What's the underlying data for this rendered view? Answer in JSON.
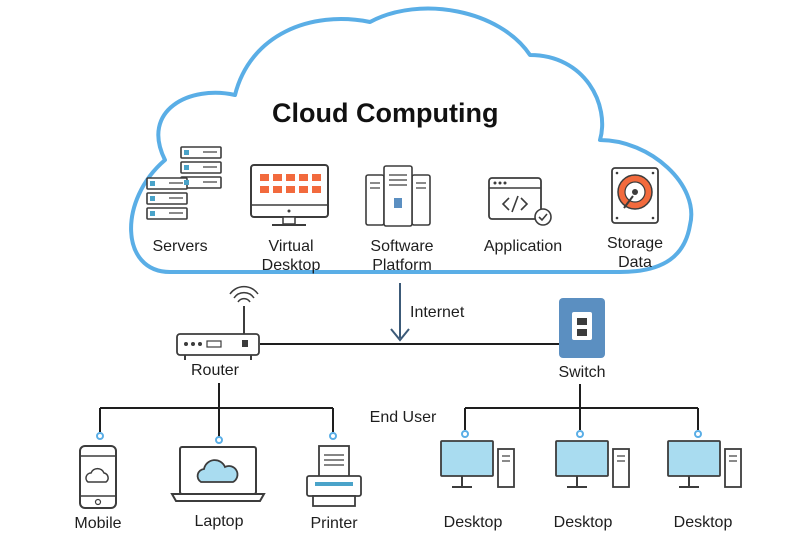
{
  "title": "Cloud Computing",
  "cloud_items": {
    "servers": "Servers",
    "virtual_desktop_1": "Virtual",
    "virtual_desktop_2": "Desktop",
    "software_platform_1": "Software",
    "software_platform_2": "Platform",
    "application": "Application",
    "storage_data_1": "Storage",
    "storage_data_2": "Data"
  },
  "network": {
    "internet": "Internet",
    "router": "Router",
    "switch": "Switch",
    "end_user": "End User"
  },
  "devices": {
    "mobile": "Mobile",
    "laptop": "Laptop",
    "printer": "Printer",
    "desktop_1": "Desktop",
    "desktop_2": "Desktop",
    "desktop_3": "Desktop"
  },
  "colors": {
    "cloud_outline": "#5aaee6",
    "accent_orange": "#f26a3d",
    "accent_blue": "#5b8fc1",
    "screen_blue": "#a9dcf0",
    "line": "#1e1e1e",
    "icon_stroke": "#3c3c3c"
  }
}
